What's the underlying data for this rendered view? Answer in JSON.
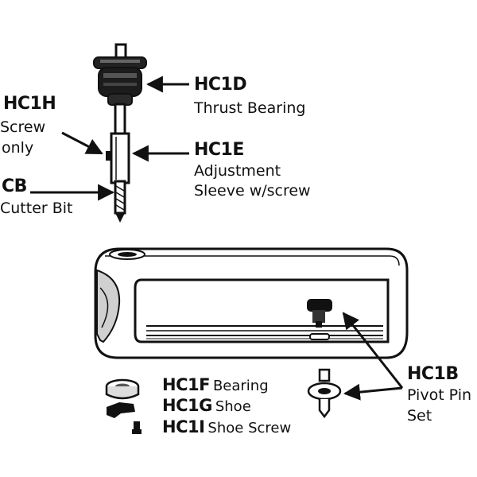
{
  "parts": {
    "hc1d": {
      "code": "HC1D",
      "desc": "Thrust Bearing"
    },
    "hc1h": {
      "code": "HC1H",
      "desc_line1": "Screw",
      "desc_line2": "only"
    },
    "hc1e": {
      "code": "HC1E",
      "desc_line1": "Adjustment",
      "desc_line2": "Sleeve w/screw"
    },
    "cb": {
      "code": "CB",
      "desc": "Cutter Bit"
    },
    "hc1b": {
      "code": "HC1B",
      "desc_line1": "Pivot Pin",
      "desc_line2": "Set"
    },
    "hc1f": {
      "code": "HC1F",
      "desc": "Bearing"
    },
    "hc1g": {
      "code": "HC1G",
      "desc": "Shoe"
    },
    "hc1i": {
      "code": "HC1I",
      "desc": "Shoe Screw"
    }
  },
  "colors": {
    "ink": "#111111",
    "paper": "#ffffff",
    "shade": "#c9c9c9"
  }
}
